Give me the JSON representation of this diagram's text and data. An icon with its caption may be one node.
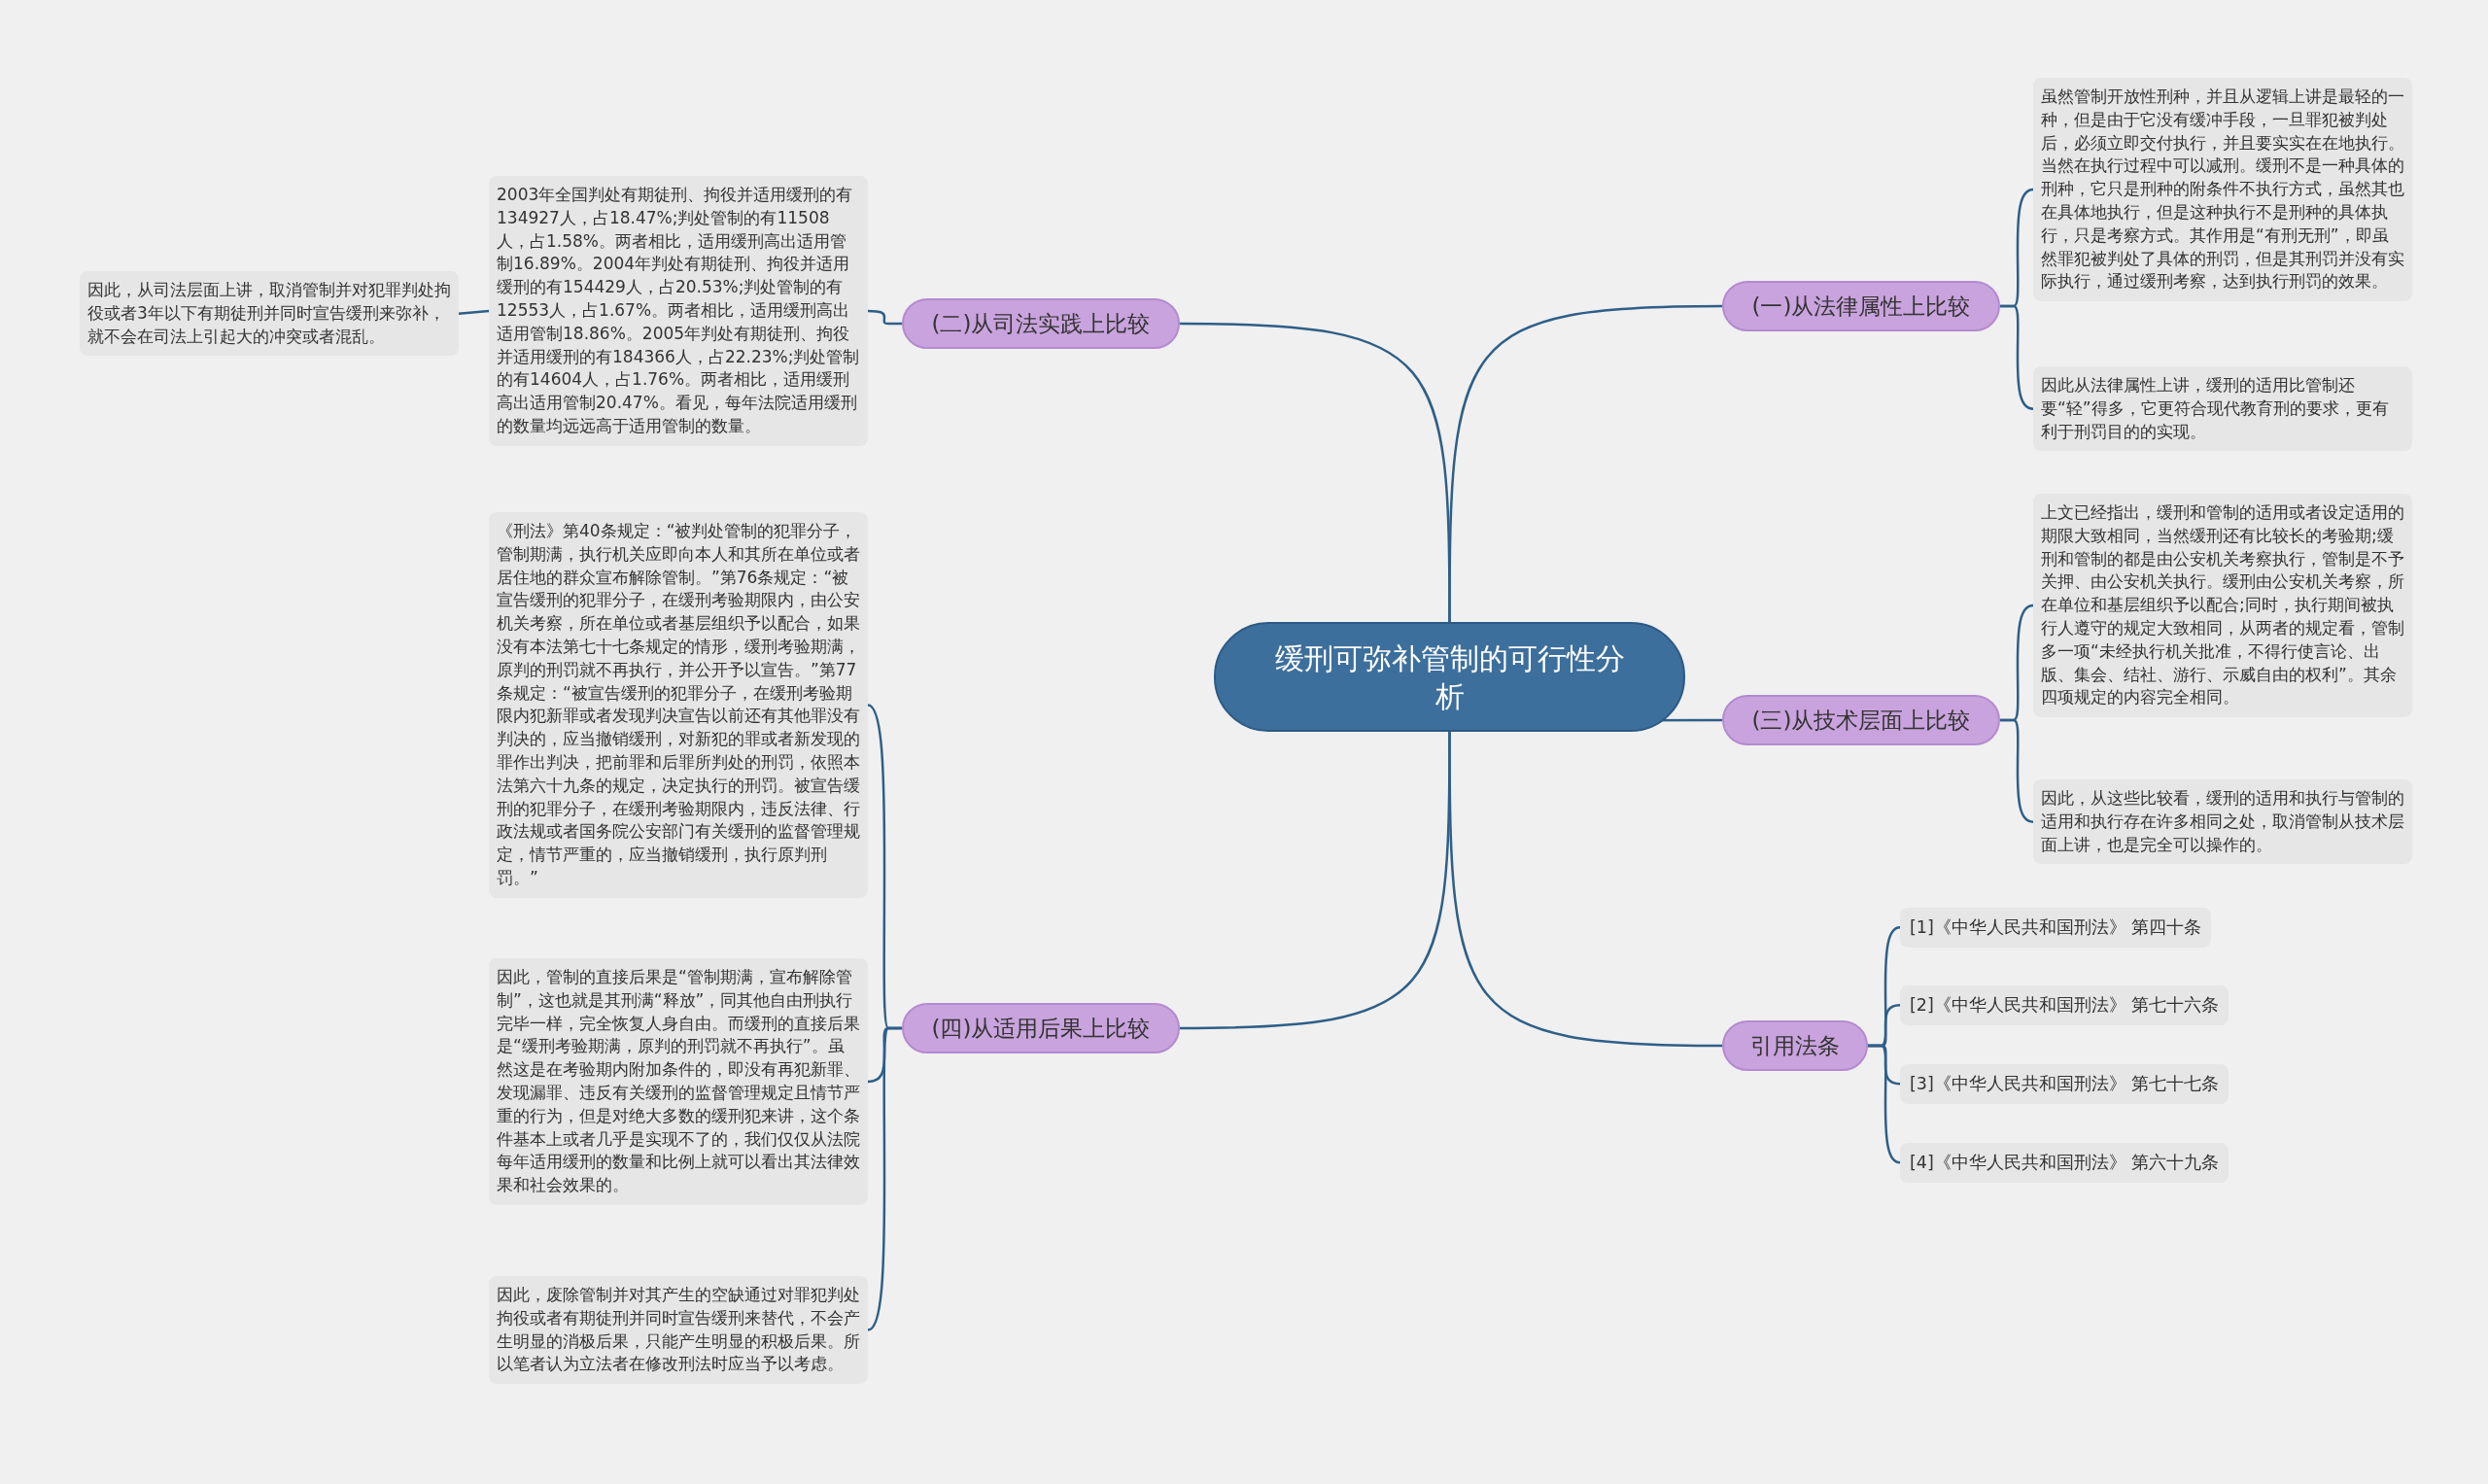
{
  "diagram": {
    "nodes": [
      {
        "text": [
          "缓刑可弥补管制的可行性分析"
        ]
      },
      {
        "text": [
          "(一)从法律属性上比较"
        ]
      },
      {
        "text": [
          "虽然管制开放性刑种，并且从逻辑上讲是最轻的一种，但是由于它没有缓冲手段，一旦罪犯被判处后，必须立即交付执行，并且要实实在在地执行。当然在执行过程中可以减刑。缓刑不是一种具体的刑种，它只是刑种的附条件不执行方式，虽然其也在具体地执行，但是这种执行不是刑种的具体执行，只是考察方式。其作用是“有刑无刑”，即虽然罪犯被判处了具体的刑罚，但是其刑罚并没有实际执行，通过缓刑考察，达到执行刑罚的效果。"
        ]
      },
      {
        "text": [
          "因此从法律属性上讲，缓刑的适用比管制还要“轻”得多，它更符合现代教育刑的要求，更有利于刑罚目的的实现。"
        ]
      },
      {
        "text": [
          "(三)从技术层面上比较"
        ]
      },
      {
        "text": [
          "上文已经指出，缓刑和管制的适用或者设定适用的期限大致相同，当然缓刑还有比较长的考验期;缓刑和管制的都是由公安机关考察执行，管制是不予关押、由公安机关执行。缓刑由公安机关考察，所在单位和基层组织予以配合;同时，执行期间被执行人遵守的规定大致相同，从两者的规定看，管制多一项“未经执行机关批准，不得行使言论、出版、集会、结社、游行、示威自由的权利”。其余四项规定的内容完全相同。"
        ]
      },
      {
        "text": [
          "因此，从这些比较看，缓刑的适用和执行与管制的适用和执行存在许多相同之处，取消管制从技术层面上讲，也是完全可以操作的。"
        ]
      },
      {
        "text": [
          "引用法条"
        ]
      },
      {
        "text": [
          "[1]《中华人民共和国刑法》 第四十条"
        ]
      },
      {
        "text": [
          "[2]《中华人民共和国刑法》 第七十六条"
        ]
      },
      {
        "text": [
          "[3]《中华人民共和国刑法》 第七十七条"
        ]
      },
      {
        "text": [
          "[4]《中华人民共和国刑法》 第六十九条"
        ]
      },
      {
        "text": [
          "(二)从司法实践上比较"
        ]
      },
      {
        "text": [
          "2003年全国判处有期徒刑、拘役并适用缓刑的有134927人，占18.47%;判处管制的有11508人，占1.58%。两者相比，适用缓刑高出适用管制16.89%。2004年判处有期徒刑、拘役并适用缓刑的有154429人，占20.53%;判处管制的有12553人，占1.67%。两者相比，适用缓刑高出适用管制18.86%。2005年判处有期徒刑、拘役并适用缓刑的有184366人，占22.23%;判处管制的有14604人，占1.76%。两者相比，适用缓刑高出适用管制20.47%。看见，每年法院适用缓刑的数量均远远高于适用管制的数量。"
        ]
      },
      {
        "text": [
          "因此，从司法层面上讲，取消管制并对犯罪判处拘役或者3年以下有期徒刑并同时宣告缓刑来弥补，就不会在司法上引起大的冲突或者混乱。"
        ]
      },
      {
        "text": [
          "(四)从适用后果上比较"
        ]
      },
      {
        "text": [
          "《刑法》第40条规定：“被判处管制的犯罪分子，管制期满，执行机关应即向本人和其所在单位或者居住地的群众宣布解除管制。”第76条规定：“被宣告缓刑的犯罪分子，在缓刑考验期限内，由公安机关考察，所在单位或者基层组织予以配合，如果没有本法第七十七条规定的情形，缓刑考验期满，原判的刑罚就不再执行，并公开予以宣告。”第77条规定：“被宣告缓刑的犯罪分子，在缓刑考验期限内犯新罪或者发现判决宣告以前还有其他罪没有判决的，应当撤销缓刑，对新犯的罪或者新发现的罪作出判决，把前罪和后罪所判处的刑罚，依照本法第六十九条的规定，决定执行的刑罚。被宣告缓刑的犯罪分子，在缓刑考验期限内，违反法律、行政法规或者国务院公安部门有关缓刑的监督管理规定，情节严重的，应当撤销缓刑，执行原判刑罚。”"
        ]
      },
      {
        "text": [
          "因此，管制的直接后果是“管制期满，宣布解除管制”，这也就是其刑满“释放”，同其他自由刑执行完毕一样，完全恢复人身自由。而缓刑的直接后果是“缓刑考验期满，原判的刑罚就不再执行”。虽然这是在考验期内附加条件的，即没有再犯新罪、发现漏罪、违反有关缓刑的监督管理规定且情节严重的行为，但是对绝大多数的缓刑犯来讲，这个条件基本上或者几乎是实现不了的，我们仅仅从法院每年适用缓刑的数量和比例上就可以看出其法律效果和社会效果的。"
        ]
      },
      {
        "text": [
          "因此，废除管制并对其产生的空缺通过对罪犯判处拘役或者有期徒刑并同时宣告缓刑来替代，不会产生明显的消极后果，只能产生明显的积极后果。所以笔者认为立法者在修改刑法时应当予以考虑。"
        ]
      }
    ],
    "edges": [
      {
        "from": 0,
        "to": 1,
        "arrow": "none"
      },
      {
        "from": 1,
        "to": 2,
        "arrow": "none"
      },
      {
        "from": 1,
        "to": 3,
        "arrow": "none"
      },
      {
        "from": 0,
        "to": 4,
        "arrow": "none"
      },
      {
        "from": 4,
        "to": 5,
        "arrow": "none"
      },
      {
        "from": 4,
        "to": 6,
        "arrow": "none"
      },
      {
        "from": 0,
        "to": 7,
        "arrow": "none"
      },
      {
        "from": 7,
        "to": 8,
        "arrow": "none"
      },
      {
        "from": 7,
        "to": 9,
        "arrow": "none"
      },
      {
        "from": 7,
        "to": 10,
        "arrow": "none"
      },
      {
        "from": 7,
        "to": 11,
        "arrow": "none"
      },
      {
        "from": 0,
        "to": 12,
        "arrow": "none"
      },
      {
        "from": 12,
        "to": 13,
        "arrow": "none"
      },
      {
        "from": 13,
        "to": 14,
        "arrow": "none"
      },
      {
        "from": 0,
        "to": 15,
        "arrow": "none"
      },
      {
        "from": 15,
        "to": 16,
        "arrow": "none"
      },
      {
        "from": 15,
        "to": 17,
        "arrow": "none"
      },
      {
        "from": 15,
        "to": 18,
        "arrow": "none"
      }
    ]
  }
}
